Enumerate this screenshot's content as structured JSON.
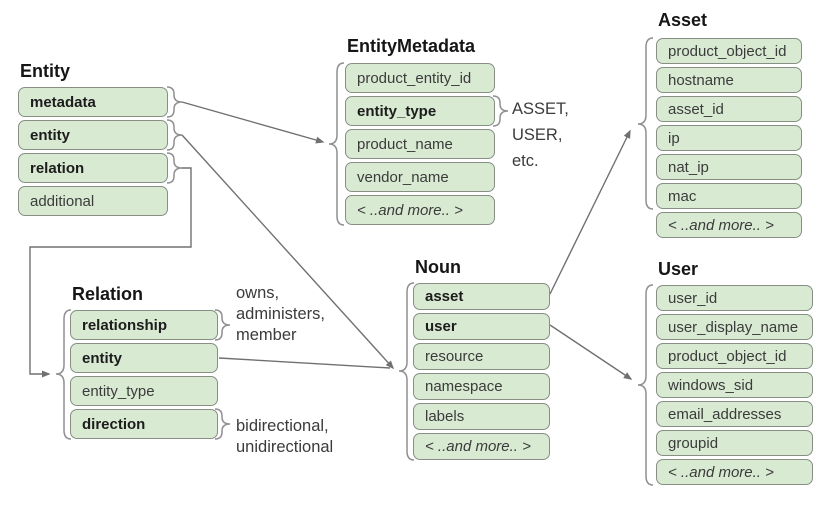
{
  "diagram": {
    "colors": {
      "row_fill": "#d9ead3",
      "row_border": "#878f85",
      "connector": "#707070",
      "brace": "#8f8f8f"
    },
    "tables": {
      "entity": {
        "title": "Entity",
        "fields": [
          {
            "name": "metadata",
            "bold": true
          },
          {
            "name": "entity",
            "bold": true
          },
          {
            "name": "relation",
            "bold": true
          },
          {
            "name": "additional",
            "bold": false
          }
        ]
      },
      "entity_metadata": {
        "title": "EntityMetadata",
        "fields": [
          {
            "name": "product_entity_id",
            "bold": false
          },
          {
            "name": "entity_type",
            "bold": true
          },
          {
            "name": "product_name",
            "bold": false
          },
          {
            "name": "vendor_name",
            "bold": false
          },
          {
            "name": "< ..and more.. >",
            "bold": false,
            "italic": true
          }
        ]
      },
      "relation": {
        "title": "Relation",
        "fields": [
          {
            "name": "relationship",
            "bold": true
          },
          {
            "name": "entity",
            "bold": true
          },
          {
            "name": "entity_type",
            "bold": false
          },
          {
            "name": "direction",
            "bold": true
          }
        ]
      },
      "noun": {
        "title": "Noun",
        "fields": [
          {
            "name": "asset",
            "bold": true
          },
          {
            "name": "user",
            "bold": true
          },
          {
            "name": "resource",
            "bold": false
          },
          {
            "name": "namespace",
            "bold": false
          },
          {
            "name": "labels",
            "bold": false
          },
          {
            "name": "< ..and more.. >",
            "bold": false,
            "italic": true
          }
        ]
      },
      "asset": {
        "title": "Asset",
        "fields": [
          {
            "name": "product_object_id"
          },
          {
            "name": "hostname"
          },
          {
            "name": "asset_id"
          },
          {
            "name": "ip"
          },
          {
            "name": "nat_ip"
          },
          {
            "name": "mac"
          },
          {
            "name": "< ..and more.. >",
            "italic": true
          }
        ]
      },
      "user": {
        "title": "User",
        "fields": [
          {
            "name": "user_id"
          },
          {
            "name": "user_display_name"
          },
          {
            "name": "product_object_id"
          },
          {
            "name": "windows_sid"
          },
          {
            "name": "email_addresses"
          },
          {
            "name": "groupid"
          },
          {
            "name": "< ..and more.. >",
            "italic": true
          }
        ]
      }
    },
    "annotations": {
      "entity_type_values": [
        "ASSET,",
        "USER,",
        "etc."
      ],
      "relationship_values": [
        "owns,",
        "administers,",
        "member"
      ],
      "direction_values": [
        "bidirectional,",
        "unidirectional"
      ]
    }
  }
}
